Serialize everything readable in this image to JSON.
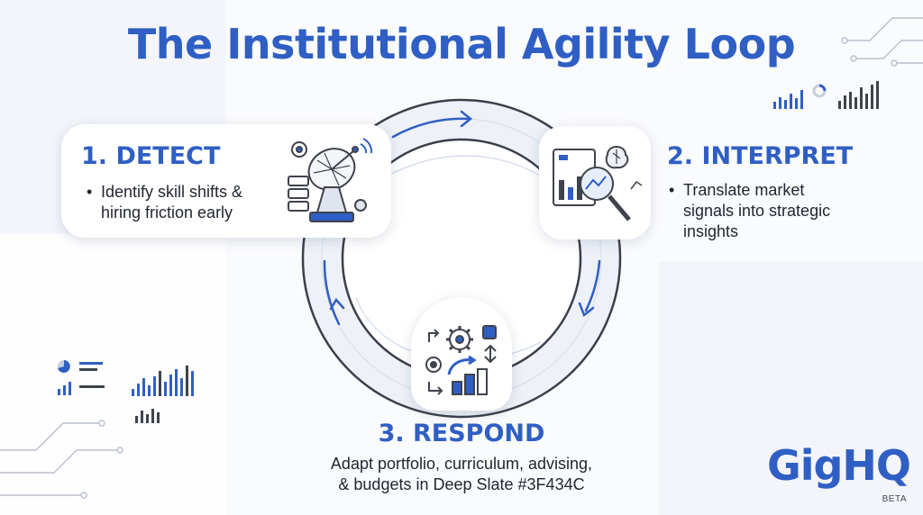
{
  "title": "The Institutional Agility Loop",
  "steps": [
    {
      "heading": "1. DETECT",
      "bullet": "•",
      "lines": [
        "Identify skill shifts &",
        "hiring friction early"
      ],
      "icon": "satellite-dish-icon"
    },
    {
      "heading": "2. INTERPRET",
      "bullet": "•",
      "lines": [
        "Translate market",
        "signals into strategic",
        "insights"
      ],
      "icon": "analytics-magnifier-icon"
    },
    {
      "heading": "3. RESPOND",
      "lines": [
        "Adapt portfolio, curriculum, advising,",
        "& budgets in Deep Slate #3F434C"
      ],
      "icon": "gears-adjust-icon"
    }
  ],
  "logo": {
    "text": "GigHQ",
    "badge": "BETA"
  },
  "colors": {
    "accent": "#2f5fc4",
    "ring": "#e9edf5",
    "ring_border": "#3b3f4a",
    "text": "#222631"
  }
}
